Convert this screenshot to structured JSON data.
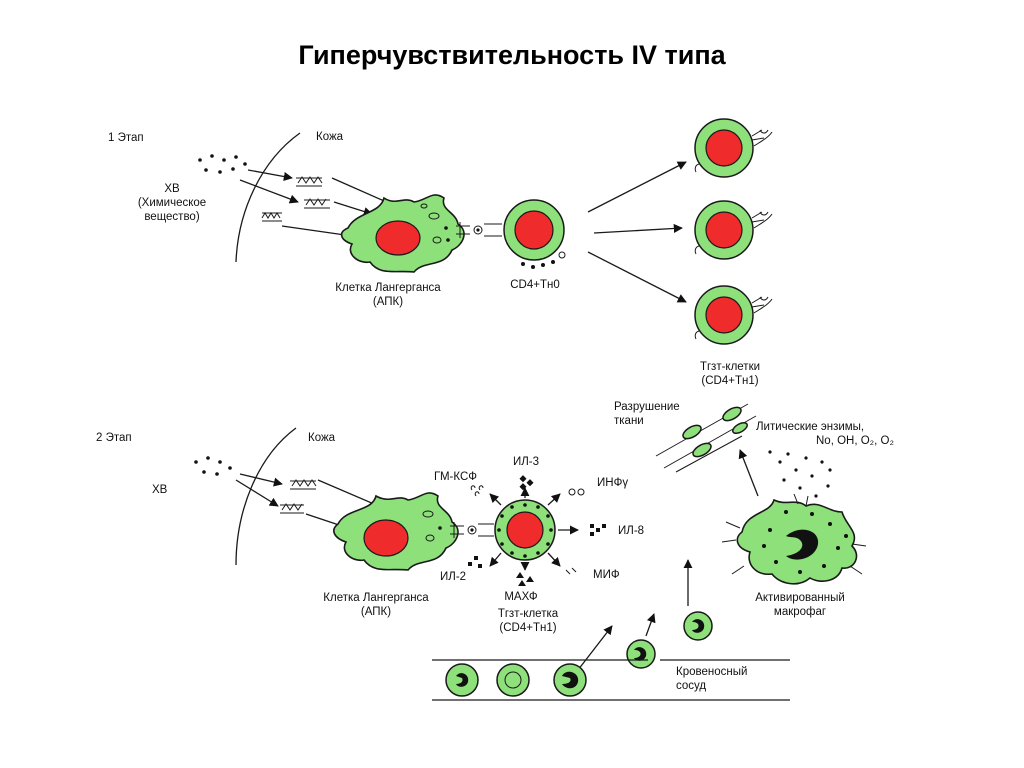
{
  "title": "Гиперчувствительность IV типа",
  "stage1": {
    "stage_label": "1 Этап",
    "skin_label": "Кожа",
    "chem_label_1": "ХВ",
    "chem_label_2": "(Химическое",
    "chem_label_3": "вещество)",
    "apc_label_1": "Клетка Лангерганса",
    "apc_label_2": "(АПК)",
    "th0_label": "CD4+Тн0",
    "th1_label_1": "Тгзт-клетки",
    "th1_label_2": "(CD4+Тн1)"
  },
  "stage2": {
    "stage_label": "2 Этап",
    "skin_label": "Кожа",
    "chem_label": "ХВ",
    "apc_label_1": "Клетка Лангерганса",
    "apc_label_2": "(АПК)",
    "cell_label_1": "Тгзт-клетка",
    "cell_label_2": "(CD4+Тн1)",
    "cytokines": {
      "il3": "ИЛ-3",
      "gmcsf": "ГМ-КСФ",
      "ifn": "ИНФγ",
      "il8": "ИЛ-8",
      "mif": "МИФ",
      "machf": "МАХФ",
      "il2": "ИЛ-2"
    },
    "tissue_label_1": "Разрушение",
    "tissue_label_2": "ткани",
    "enzymes_label_1": "Литические энзимы,",
    "enzymes_label_2": "No, OH, O₂, O₂",
    "macrophage_label_1": "Активированный",
    "macrophage_label_2": "макрофаг",
    "vessel_label_1": "Кровеносный",
    "vessel_label_2": "сосуд"
  }
}
